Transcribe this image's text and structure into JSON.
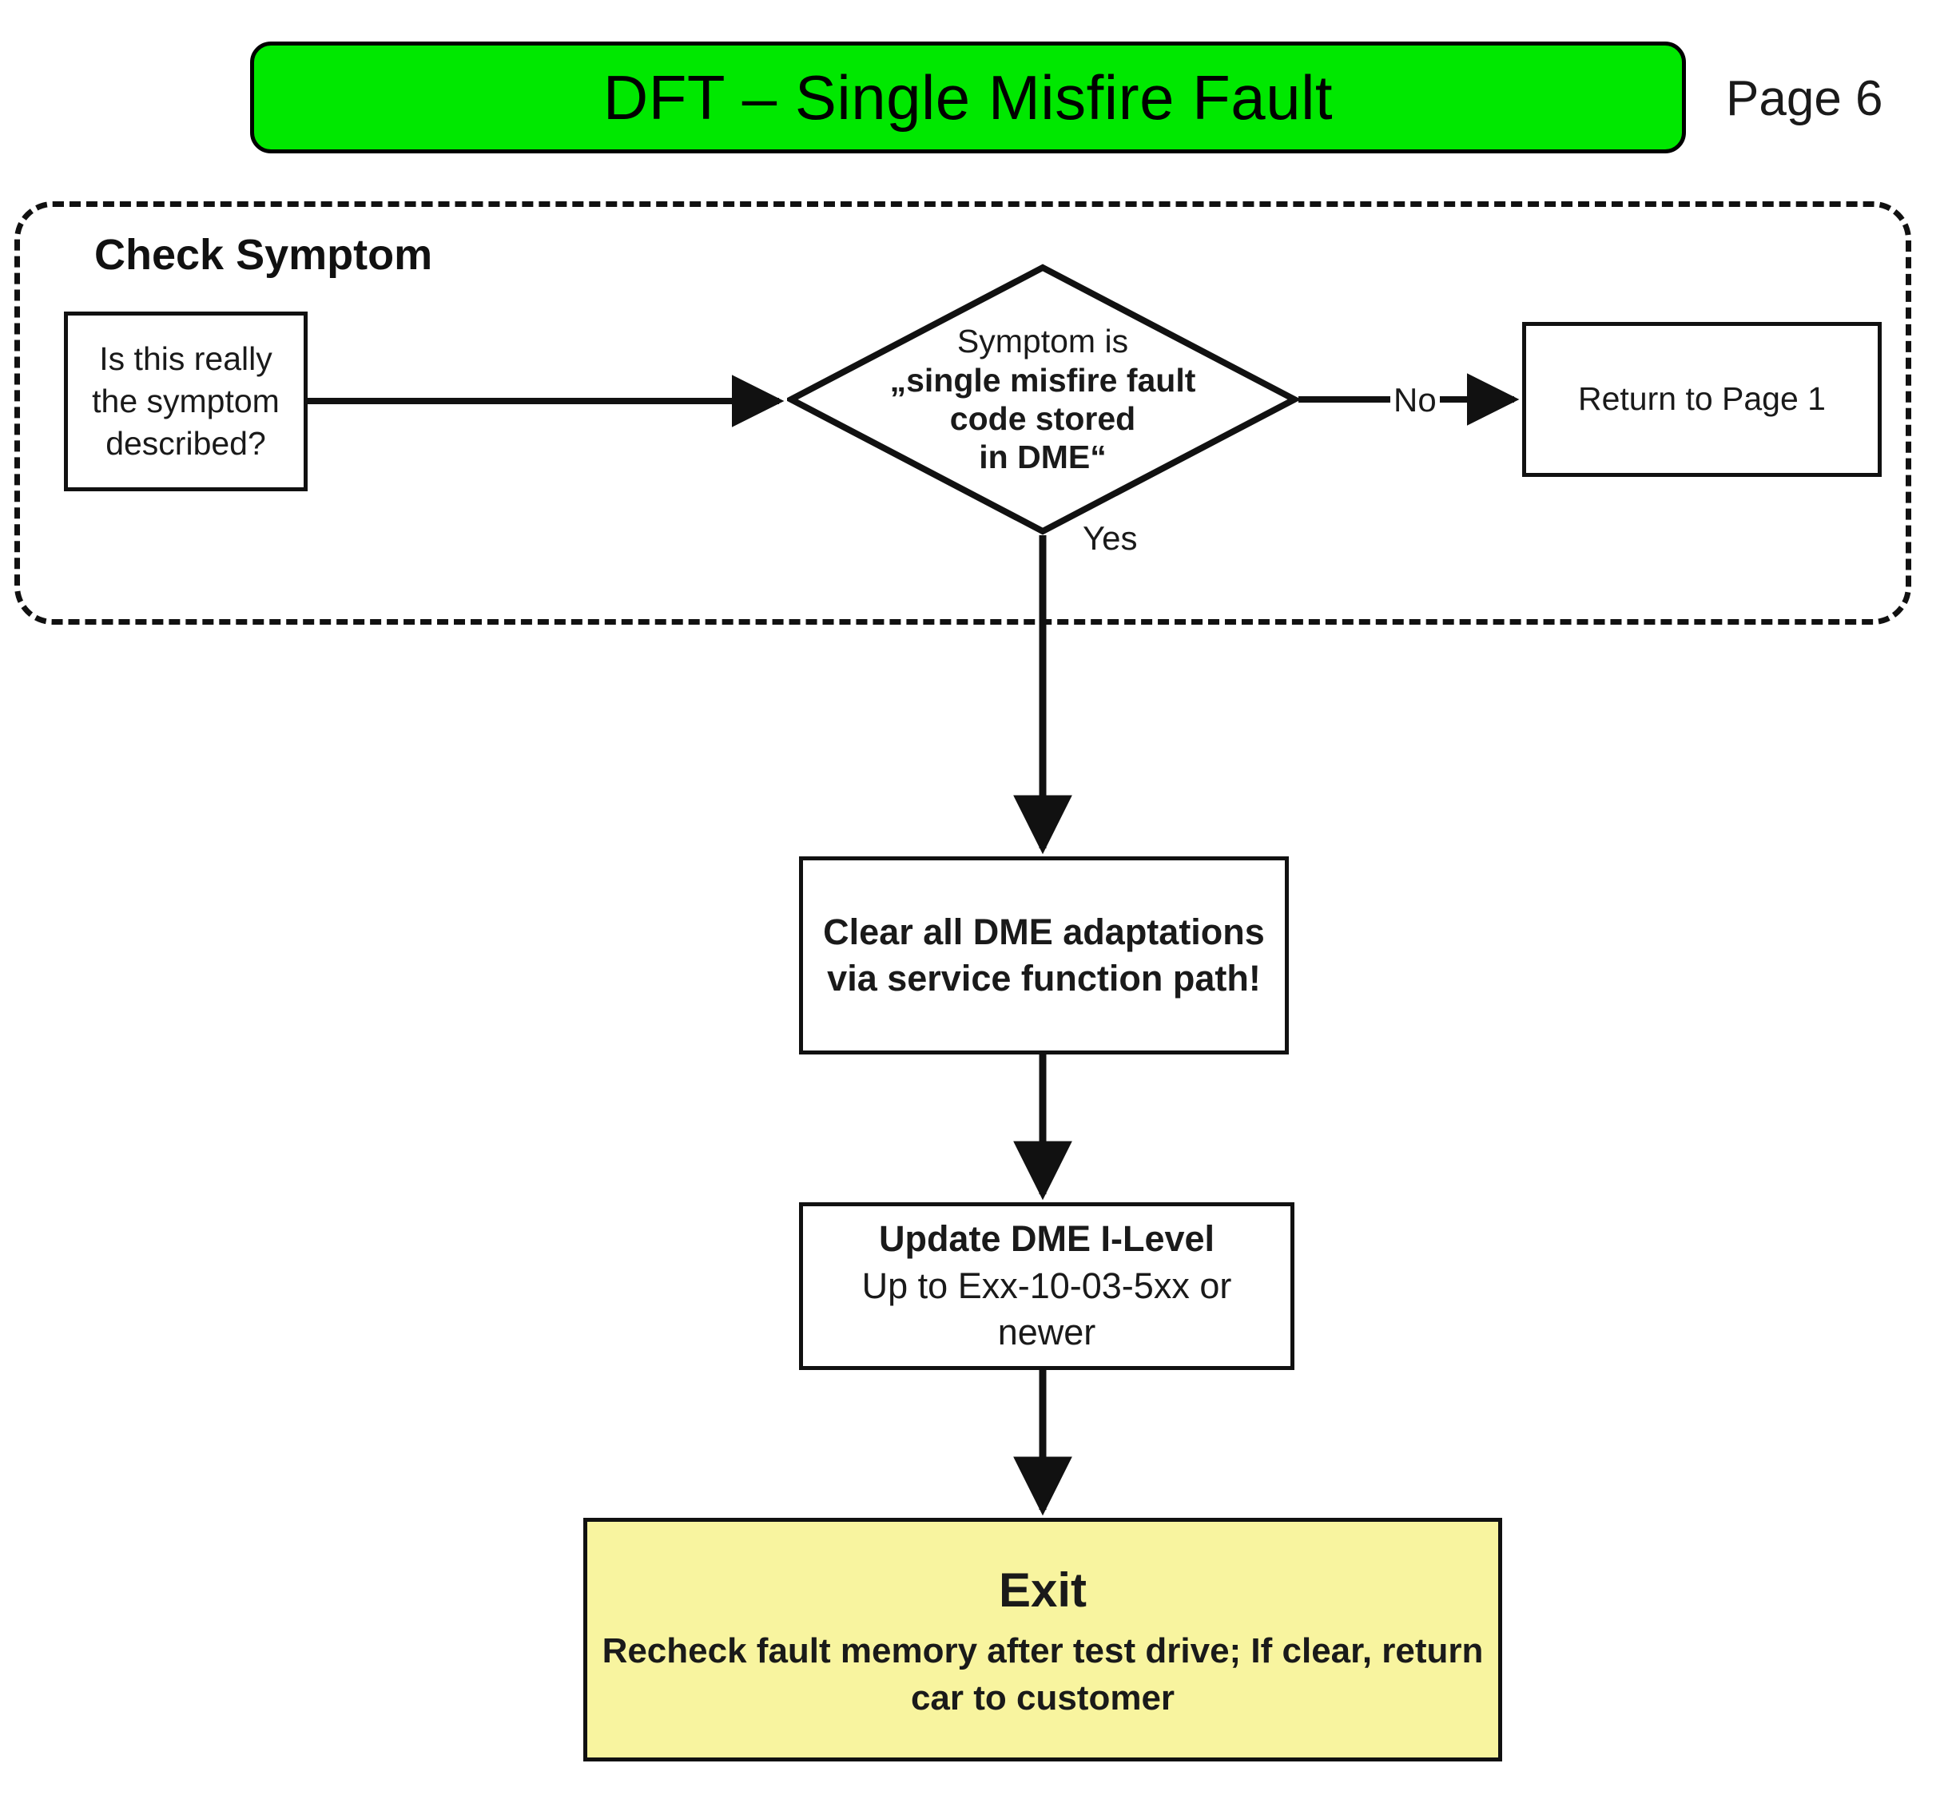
{
  "header": {
    "title": "DFT – Single Misfire Fault",
    "page_label": "Page 6",
    "banner_color": "#00e800"
  },
  "group": {
    "title": "Check Symptom"
  },
  "nodes": {
    "symptom_question": {
      "text": "Is this really the symptom described?"
    },
    "decision": {
      "line1": "Symptom is",
      "line2": "„single misfire fault",
      "line3": "code stored",
      "line4": "in DME“"
    },
    "return_page1": {
      "text": "Return to Page 1"
    },
    "clear_adaptations": {
      "text": "Clear all DME adaptations via service function path!"
    },
    "update_ilevel": {
      "line1": "Update DME I-Level",
      "line2": "Up to Exx-10-03-5xx or newer"
    },
    "exit": {
      "title": "Exit",
      "text": "Recheck fault memory after test drive; If clear, return car to customer",
      "fill_color": "#f8f49f"
    }
  },
  "edges": {
    "no_label": "No",
    "yes_label": "Yes"
  }
}
